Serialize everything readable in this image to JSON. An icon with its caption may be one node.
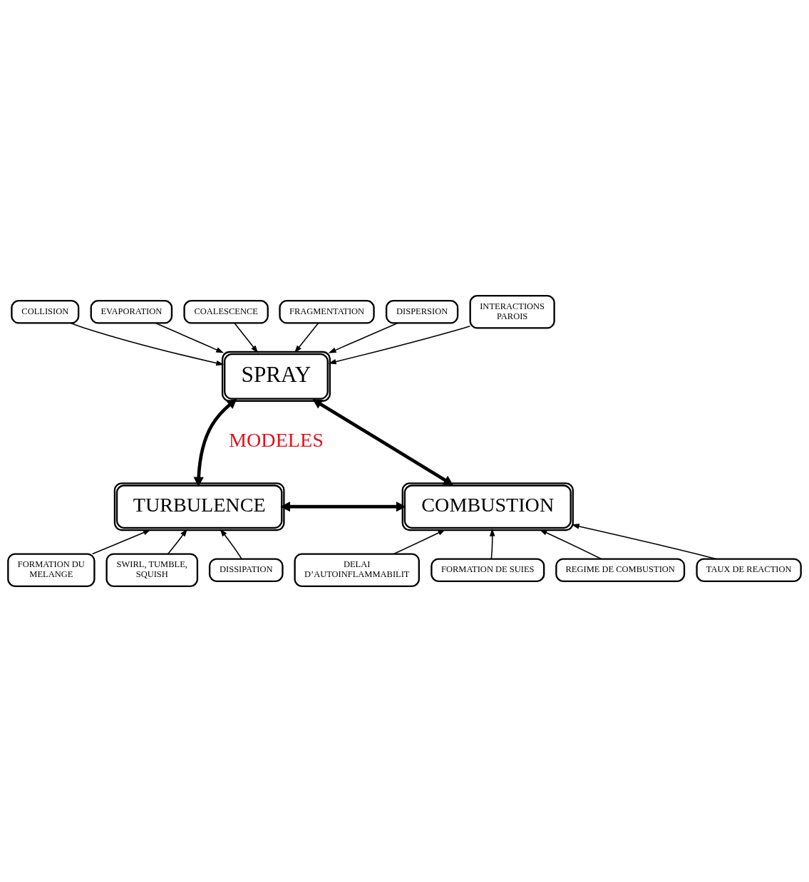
{
  "diagram": {
    "nodes": [
      {
        "text": [
          "COLLISION"
        ]
      },
      {
        "text": [
          "EVAPORATION"
        ]
      },
      {
        "text": [
          "COALESCENCE"
        ]
      },
      {
        "text": [
          "FRAGMENTATION"
        ]
      },
      {
        "text": [
          "DISPERSION"
        ]
      },
      {
        "text": [
          "INTERACTIONS PAROIS"
        ]
      },
      {
        "text": [
          "SPRAY"
        ]
      },
      {
        "text": [
          "TURBULENCE"
        ]
      },
      {
        "text": [
          "COMBUSTION"
        ]
      },
      {
        "text": [
          "FORMATION DU MELANGE"
        ]
      },
      {
        "text": [
          "SWIRL, TUMBLE, SQUISH"
        ]
      },
      {
        "text": [
          "DISSIPATION"
        ]
      },
      {
        "text": [
          "DELAI D’AUTOINFLAMMABILIT"
        ]
      },
      {
        "text": [
          "FORMATION DE SUIES"
        ]
      },
      {
        "text": [
          "REGIME DE COMBUSTION"
        ]
      },
      {
        "text": [
          "TAUX DE REACTION"
        ]
      }
    ],
    "edges": [
      {
        "from": 4,
        "to": 6,
        "arrow": "to"
      },
      {
        "from": 2,
        "to": 6,
        "arrow": "to"
      },
      {
        "from": 0,
        "to": 6,
        "arrow": "to"
      },
      {
        "from": 1,
        "to": 6,
        "arrow": "to"
      },
      {
        "from": 3,
        "to": 6,
        "arrow": "to"
      },
      {
        "from": 5,
        "to": 6,
        "arrow": "to"
      },
      {
        "from": 6,
        "to": 7,
        "arrow": "both",
        "style": "thick"
      },
      {
        "from": 6,
        "to": 8,
        "arrow": "both",
        "style": "thick"
      },
      {
        "from": 7,
        "to": 8,
        "arrow": "both",
        "style": "thick"
      },
      {
        "from": 9,
        "to": 7,
        "arrow": "to"
      },
      {
        "from": 11,
        "to": 7,
        "arrow": "to"
      },
      {
        "from": 10,
        "to": 7,
        "arrow": "to"
      },
      {
        "from": 12,
        "to": 8,
        "arrow": "to"
      },
      {
        "from": 14,
        "to": 8,
        "arrow": "to"
      },
      {
        "from": 15,
        "to": 8,
        "arrow": "to"
      },
      {
        "from": 13,
        "to": 8,
        "arrow": "to"
      }
    ],
    "labels": [
      "MODELES"
    ]
  }
}
